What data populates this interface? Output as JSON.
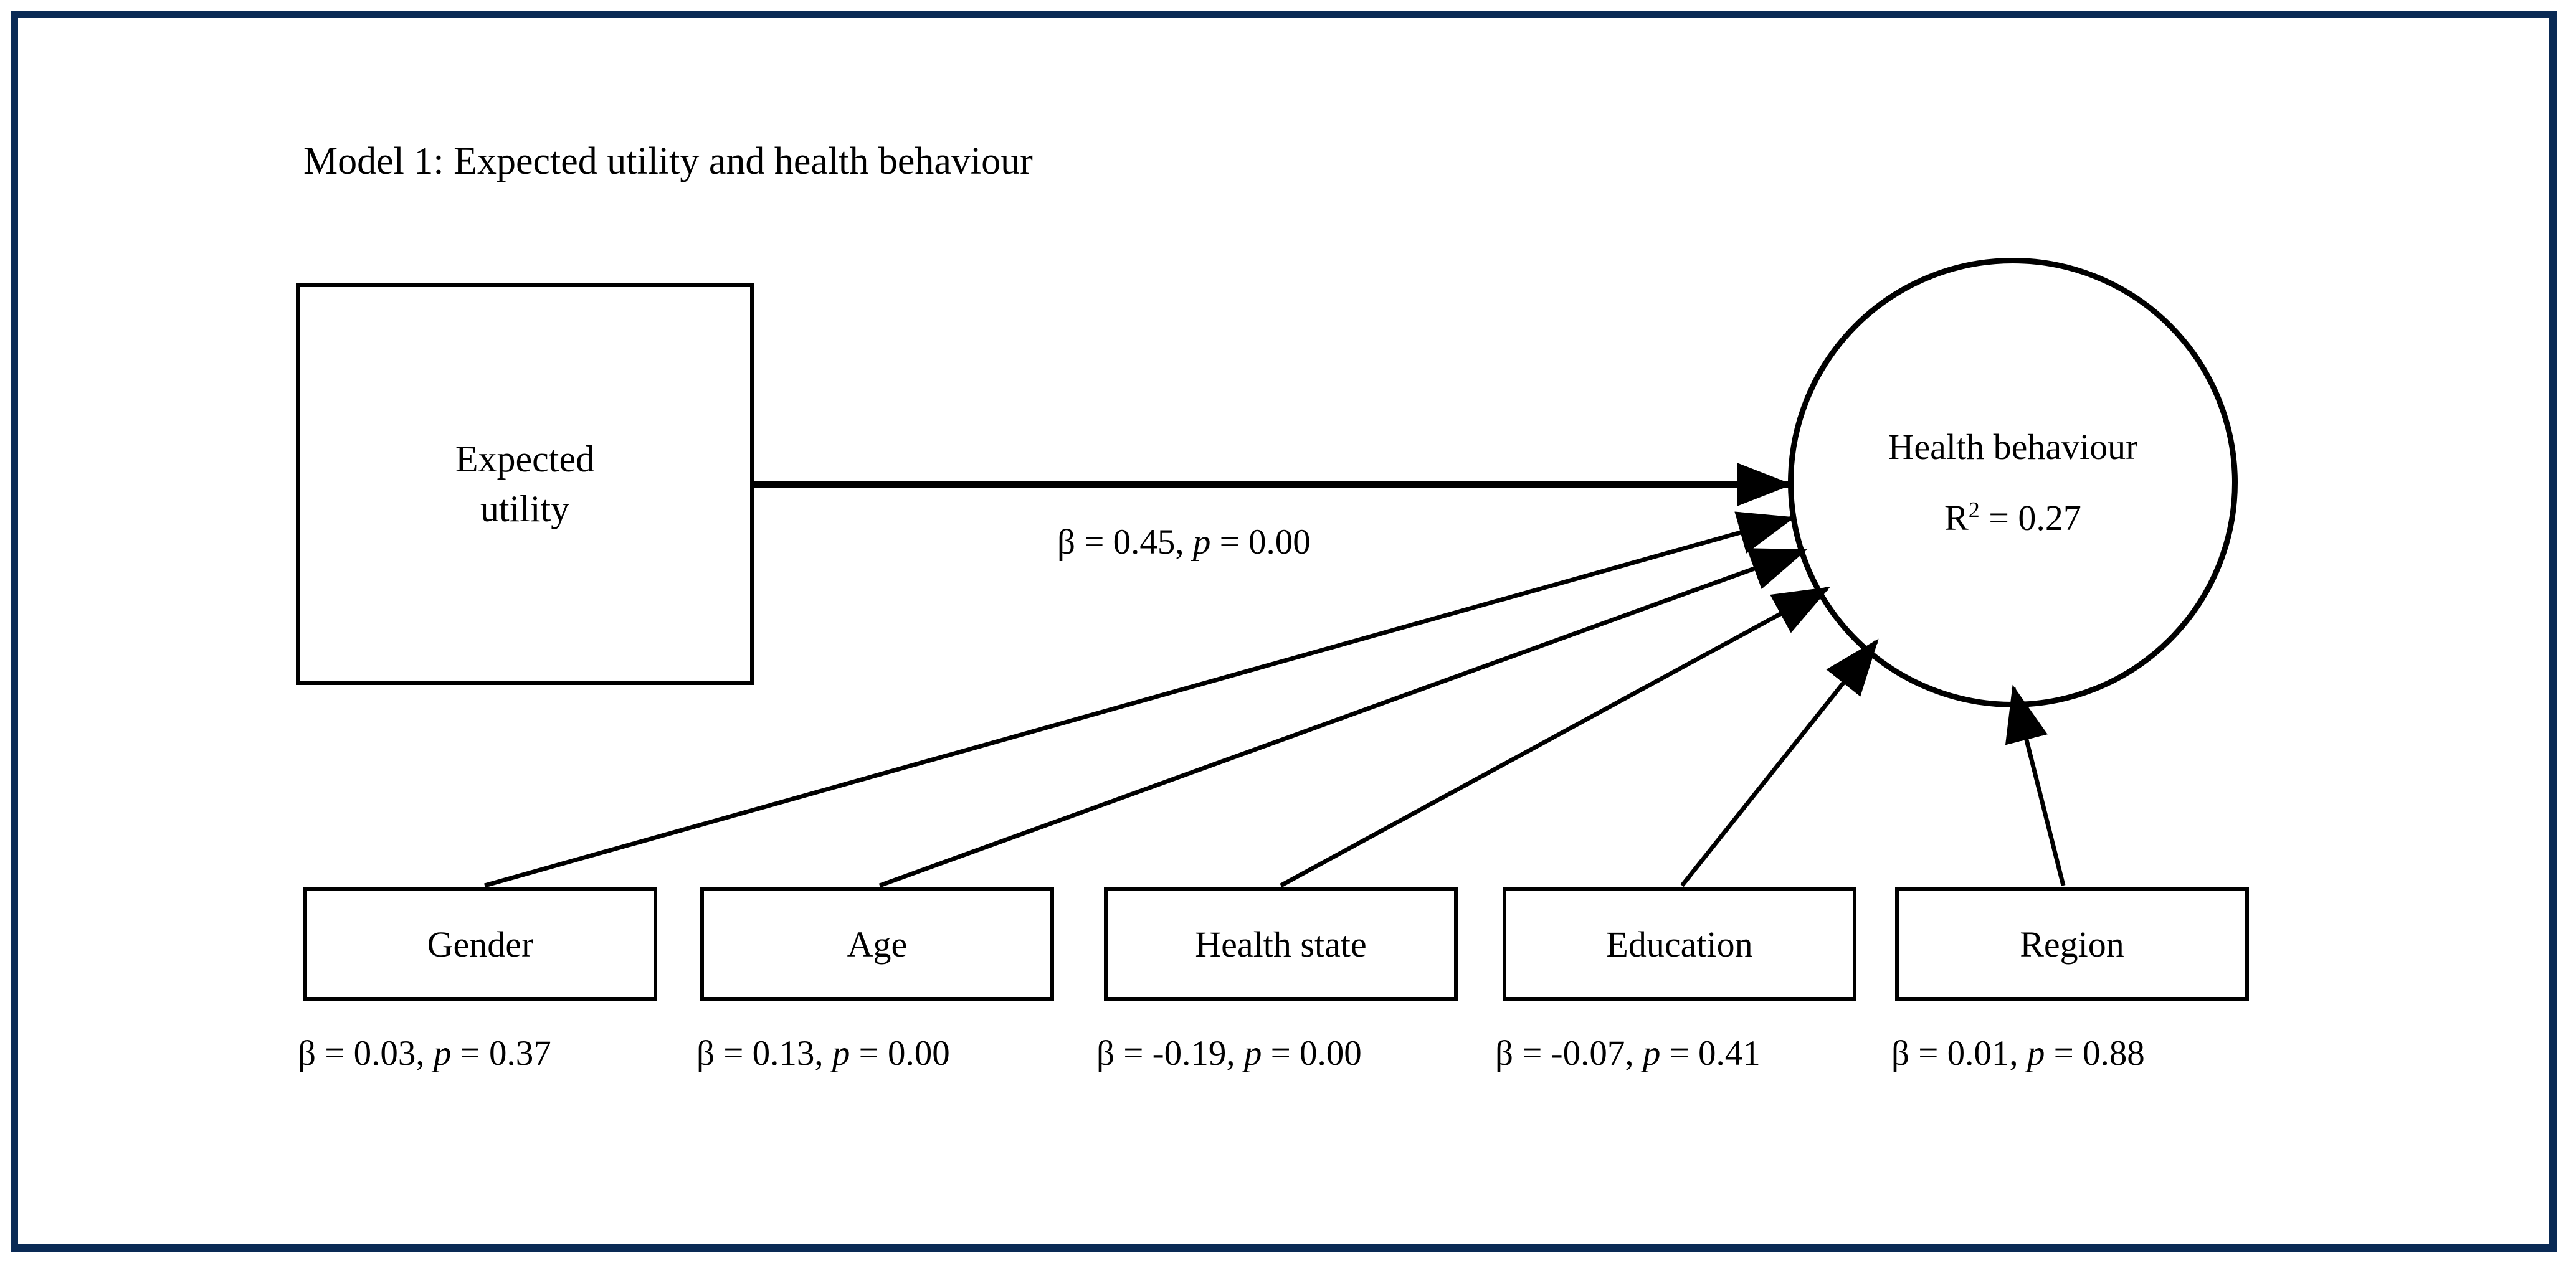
{
  "figure": {
    "title": "Model 1: Expected utility and health behaviour",
    "frame_color": "#0a2a55",
    "stroke_color": "#000000",
    "background": "#ffffff"
  },
  "nodes": {
    "predictor": {
      "label_line1": "Expected",
      "label_line2": "utility",
      "shape": "rectangle"
    },
    "outcome": {
      "label": "Health behaviour",
      "r2_prefix": "R",
      "r2_exponent": "2",
      "r2_value": " = 0.27",
      "shape": "circle"
    },
    "covariates": [
      {
        "label": "Gender"
      },
      {
        "label": "Age"
      },
      {
        "label": "Health state"
      },
      {
        "label": "Education"
      },
      {
        "label": "Region"
      }
    ]
  },
  "paths": {
    "main": {
      "from": "Expected utility",
      "to": "Health behaviour",
      "beta_text": "β = 0.45, ",
      "p_italic": "p",
      "p_text": " = 0.00"
    },
    "covariate_labels": [
      {
        "beta_text": "β = 0.03, ",
        "p_italic": "p",
        "p_text": " = 0.37"
      },
      {
        "beta_text": "β = 0.13, ",
        "p_italic": "p",
        "p_text": " = 0.00"
      },
      {
        "beta_text": "β = -0.19, ",
        "p_italic": "p",
        "p_text": " = 0.00"
      },
      {
        "beta_text": "β = -0.07, ",
        "p_italic": "p",
        "p_text": " = 0.41"
      },
      {
        "beta_text": "β = 0.01, ",
        "p_italic": "p",
        "p_text": " = 0.88"
      }
    ]
  },
  "chart_data": {
    "type": "diagram",
    "title": "Model 1: Expected utility and health behaviour",
    "diagram_kind": "structural-equation-model-path-diagram",
    "outcome_variable": "Health behaviour",
    "outcome_r_squared": 0.27,
    "predictors": [
      {
        "name": "Expected utility",
        "beta": 0.45,
        "p": 0.0,
        "shape": "rectangle",
        "role": "main-predictor"
      },
      {
        "name": "Gender",
        "beta": 0.03,
        "p": 0.37,
        "shape": "rectangle",
        "role": "covariate"
      },
      {
        "name": "Age",
        "beta": 0.13,
        "p": 0.0,
        "shape": "rectangle",
        "role": "covariate"
      },
      {
        "name": "Health state",
        "beta": -0.19,
        "p": 0.0,
        "shape": "rectangle",
        "role": "covariate"
      },
      {
        "name": "Education",
        "beta": -0.07,
        "p": 0.41,
        "shape": "rectangle",
        "role": "covariate"
      },
      {
        "name": "Region",
        "beta": 0.01,
        "p": 0.88,
        "shape": "rectangle",
        "role": "covariate"
      }
    ]
  }
}
